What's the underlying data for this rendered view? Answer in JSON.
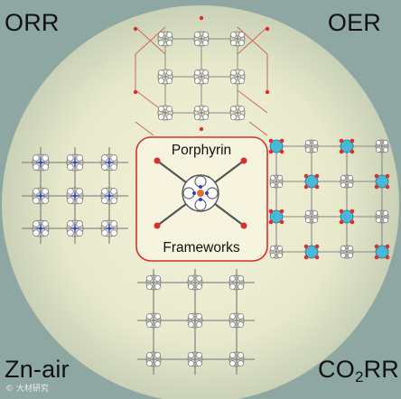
{
  "labels": {
    "top_left": "ORR",
    "top_right": "OER",
    "bottom_left": "Zn-air",
    "bottom_right_main": "CO",
    "bottom_right_sub": "2",
    "bottom_right_tail": "RR"
  },
  "center": {
    "top": "Porphyrin",
    "bottom": "Frameworks"
  },
  "watermark": "© 大材研究",
  "colors": {
    "background": "#8fa7a2",
    "disc_inner": "#f3f1d9",
    "disc_outer": "#ccd2b8",
    "frame_red": "#d9302c",
    "framework_gray": "#8a8a8a",
    "metal_blue": "#2f3fc4",
    "metal_orange": "#e0702a",
    "oer_cyan": "#48b8d8"
  }
}
